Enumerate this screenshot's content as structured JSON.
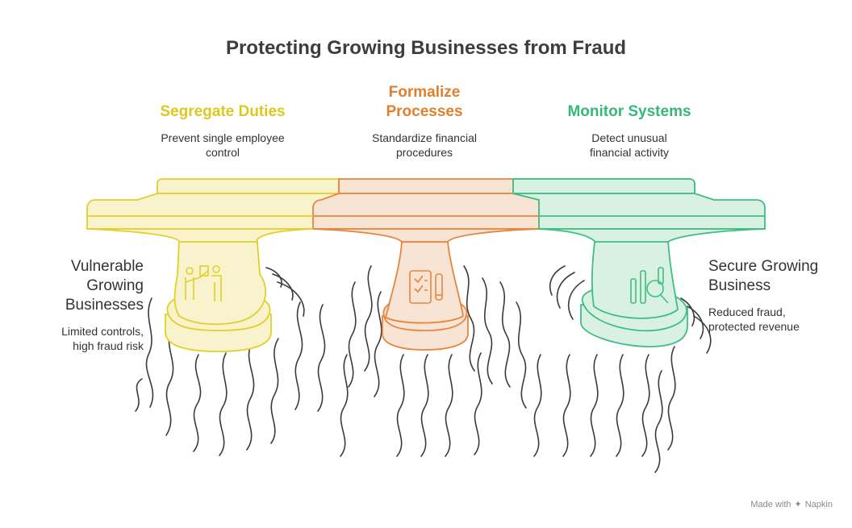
{
  "title": "Protecting Growing Businesses from Fraud",
  "pillars": [
    {
      "title": "Segregate Duties",
      "description": "Prevent single employee control",
      "color": "#e2cf2a",
      "fill": "#f8f3cc",
      "icon": "people-handoff-icon"
    },
    {
      "title": "Formalize Processes",
      "description": "Standardize financial procedures",
      "color": "#e8853a",
      "fill": "#f8e4d5",
      "icon": "checklist-pen-icon"
    },
    {
      "title": "Monitor Systems",
      "description": "Detect unusual financial activity",
      "color": "#3dbf80",
      "fill": "#d9f1e3",
      "icon": "magnifier-chart-icon"
    }
  ],
  "left": {
    "title": "Vulnerable Growing Businesses",
    "description": "Limited controls, high fraud risk"
  },
  "right": {
    "title": "Secure Growing Business",
    "description": "Reduced fraud, protected revenue"
  },
  "footer": {
    "made_with": "Made with",
    "brand": "Napkin"
  }
}
